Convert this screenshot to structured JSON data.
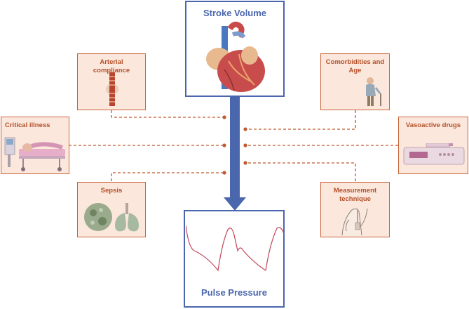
{
  "stroke_volume": {
    "title": "Stroke Volume"
  },
  "pulse_pressure": {
    "title": "Pulse Pressure"
  },
  "factors": {
    "arterial_compliance": "Arterial compliance",
    "critical_illness": "Critical illness",
    "sepsis": "Sepsis",
    "comorbidities": "Comorbidities and Age",
    "vasoactive_drugs": "Vasoactive drugs",
    "measurement": "Measurement technique"
  },
  "colors": {
    "main_blue": "#4a66ad",
    "factor_border": "#c9653a",
    "factor_fill": "#fbe7dc",
    "connector": "#c05a2e",
    "waveform": "#c0465a"
  },
  "icons": {
    "stroke_volume": "heart-icon",
    "arterial_compliance": "artery-icon",
    "critical_illness": "icu-bed-icon",
    "sepsis": "lungs-icon",
    "comorbidities": "elderly-person-icon",
    "vasoactive_drugs": "syringe-pump-icon",
    "measurement": "arterial-catheter-icon"
  }
}
